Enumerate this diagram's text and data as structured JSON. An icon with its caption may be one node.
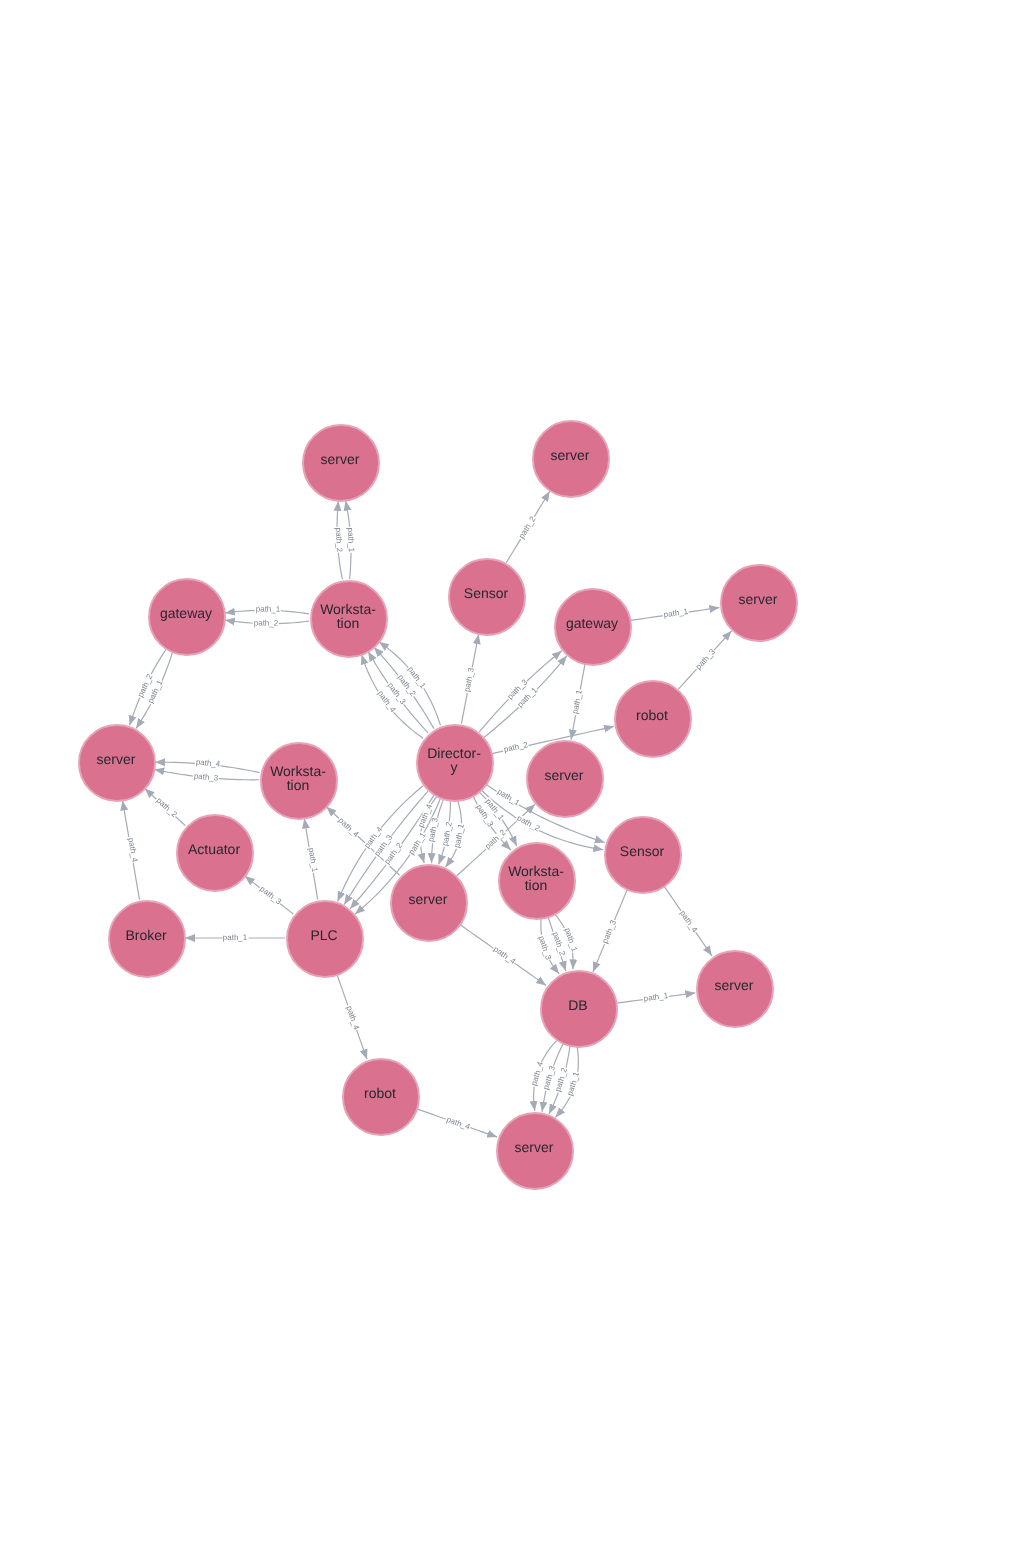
{
  "diagram": {
    "nodes": [
      {
        "text": [
          "server"
        ]
      },
      {
        "text": [
          "server"
        ]
      },
      {
        "text": [
          "gateway"
        ]
      },
      {
        "text": [
          "Worksta- tion"
        ]
      },
      {
        "text": [
          "Sensor"
        ]
      },
      {
        "text": [
          "gateway"
        ]
      },
      {
        "text": [
          "server"
        ]
      },
      {
        "text": [
          "robot"
        ]
      },
      {
        "text": [
          "server"
        ]
      },
      {
        "text": [
          "Worksta- tion"
        ]
      },
      {
        "text": [
          "Director- y"
        ]
      },
      {
        "text": [
          "server"
        ]
      },
      {
        "text": [
          "Actuator"
        ]
      },
      {
        "text": [
          "Sensor"
        ]
      },
      {
        "text": [
          "server"
        ]
      },
      {
        "text": [
          "Worksta- tion"
        ]
      },
      {
        "text": [
          "Broker"
        ]
      },
      {
        "text": [
          "PLC"
        ]
      },
      {
        "text": [
          "DB"
        ]
      },
      {
        "text": [
          "server"
        ]
      },
      {
        "text": [
          "robot"
        ]
      },
      {
        "text": [
          "server"
        ]
      }
    ],
    "edges": [
      {
        "from": 3,
        "to": 0,
        "arrow": "to",
        "label": "path_1"
      },
      {
        "from": 3,
        "to": 0,
        "arrow": "to",
        "label": "path_2"
      },
      {
        "from": 3,
        "to": 2,
        "arrow": "to",
        "label": "path_1"
      },
      {
        "from": 3,
        "to": 2,
        "arrow": "to",
        "label": "path_2"
      },
      {
        "from": 2,
        "to": 8,
        "arrow": "to",
        "label": "path_1"
      },
      {
        "from": 2,
        "to": 8,
        "arrow": "to",
        "label": "path_2"
      },
      {
        "from": 10,
        "to": 3,
        "arrow": "to",
        "label": "path_1"
      },
      {
        "from": 10,
        "to": 3,
        "arrow": "to",
        "label": "path_2"
      },
      {
        "from": 10,
        "to": 3,
        "arrow": "to",
        "label": "path_3"
      },
      {
        "from": 10,
        "to": 3,
        "arrow": "to",
        "label": "path_4"
      },
      {
        "from": 10,
        "to": 4,
        "arrow": "to",
        "label": "path_3"
      },
      {
        "from": 4,
        "to": 1,
        "arrow": "to",
        "label": "path_2"
      },
      {
        "from": 10,
        "to": 5,
        "arrow": "to",
        "label": "path_1"
      },
      {
        "from": 10,
        "to": 5,
        "arrow": "to",
        "label": "path_3"
      },
      {
        "from": 5,
        "to": 6,
        "arrow": "to",
        "label": "path_1"
      },
      {
        "from": 7,
        "to": 6,
        "arrow": "to",
        "label": "path_3"
      },
      {
        "from": 5,
        "to": 11,
        "arrow": "to",
        "label": "path_1"
      },
      {
        "from": 10,
        "to": 7,
        "arrow": "to",
        "label": "path_2"
      },
      {
        "from": 9,
        "to": 8,
        "arrow": "to",
        "label": "path_4"
      },
      {
        "from": 9,
        "to": 8,
        "arrow": "to",
        "label": "path_3"
      },
      {
        "from": 12,
        "to": 8,
        "arrow": "to",
        "label": "path_2"
      },
      {
        "from": 16,
        "to": 8,
        "arrow": "to",
        "label": "path_4"
      },
      {
        "from": 17,
        "to": 16,
        "arrow": "to",
        "label": "path_1"
      },
      {
        "from": 17,
        "to": 12,
        "arrow": "to",
        "label": "path_3"
      },
      {
        "from": 17,
        "to": 9,
        "arrow": "to",
        "label": "path_1"
      },
      {
        "from": 10,
        "to": 17,
        "arrow": "to",
        "label": "path_1"
      },
      {
        "from": 10,
        "to": 17,
        "arrow": "to",
        "label": "path_2"
      },
      {
        "from": 10,
        "to": 17,
        "arrow": "to",
        "label": "path_3"
      },
      {
        "from": 10,
        "to": 17,
        "arrow": "to",
        "label": "path_4"
      },
      {
        "from": 14,
        "to": 9,
        "arrow": "to",
        "label": "path_4"
      },
      {
        "from": 10,
        "to": 14,
        "arrow": "to",
        "label": "path_1"
      },
      {
        "from": 10,
        "to": 14,
        "arrow": "to",
        "label": "path_2"
      },
      {
        "from": 10,
        "to": 14,
        "arrow": "to",
        "label": "path_3"
      },
      {
        "from": 10,
        "to": 14,
        "arrow": "to",
        "label": "path_4"
      },
      {
        "from": 14,
        "to": 11,
        "arrow": "to",
        "label": "path_2"
      },
      {
        "from": 10,
        "to": 15,
        "arrow": "to",
        "label": "path_1"
      },
      {
        "from": 10,
        "to": 15,
        "arrow": "to",
        "label": "path_3"
      },
      {
        "from": 10,
        "to": 13,
        "arrow": "to",
        "label": "path_1"
      },
      {
        "from": 10,
        "to": 13,
        "arrow": "to",
        "label": "path_2"
      },
      {
        "from": 15,
        "to": 18,
        "arrow": "to",
        "label": "path_1"
      },
      {
        "from": 15,
        "to": 18,
        "arrow": "to",
        "label": "path_2"
      },
      {
        "from": 15,
        "to": 18,
        "arrow": "to",
        "label": "path_3"
      },
      {
        "from": 14,
        "to": 18,
        "arrow": "to",
        "label": "path_4"
      },
      {
        "from": 13,
        "to": 18,
        "arrow": "to",
        "label": "path_3"
      },
      {
        "from": 13,
        "to": 19,
        "arrow": "to",
        "label": "path_4"
      },
      {
        "from": 18,
        "to": 19,
        "arrow": "to",
        "label": "path_1"
      },
      {
        "from": 18,
        "to": 21,
        "arrow": "to",
        "label": "path_1"
      },
      {
        "from": 18,
        "to": 21,
        "arrow": "to",
        "label": "path_2"
      },
      {
        "from": 18,
        "to": 21,
        "arrow": "to",
        "label": "path_3"
      },
      {
        "from": 18,
        "to": 21,
        "arrow": "to",
        "label": "path_4"
      },
      {
        "from": 17,
        "to": 20,
        "arrow": "to",
        "label": "path_4"
      },
      {
        "from": 20,
        "to": 21,
        "arrow": "to",
        "label": "path_4"
      }
    ]
  }
}
